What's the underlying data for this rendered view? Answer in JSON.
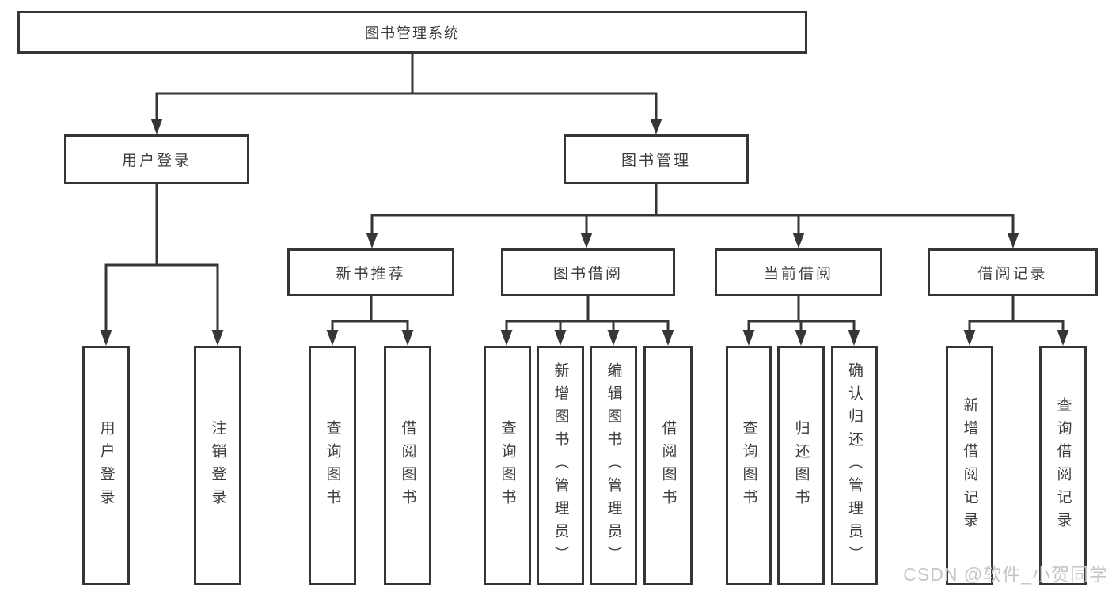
{
  "tree": {
    "label": "图书管理系统",
    "children": [
      {
        "label": "用户登录",
        "children": [
          {
            "label": "用户登录"
          },
          {
            "label": "注销登录"
          }
        ]
      },
      {
        "label": "图书管理",
        "children": [
          {
            "label": "新书推荐",
            "children": [
              {
                "label": "查询图书"
              },
              {
                "label": "借阅图书"
              }
            ]
          },
          {
            "label": "图书借阅",
            "children": [
              {
                "label": "查询图书"
              },
              {
                "label": "新增图书（管理员）"
              },
              {
                "label": "编辑图书（管理员）"
              },
              {
                "label": "借阅图书"
              }
            ]
          },
          {
            "label": "当前借阅",
            "children": [
              {
                "label": "查询图书"
              },
              {
                "label": "归还图书"
              },
              {
                "label": "确认归还（管理员）"
              }
            ]
          },
          {
            "label": "借阅记录",
            "children": [
              {
                "label": "新增借阅记录"
              },
              {
                "label": "查询借阅记录"
              }
            ]
          }
        ]
      }
    ]
  },
  "watermark": {
    "text": "CSDN @软件_小贺同学",
    "color": "#c6c6c6"
  },
  "colors": {
    "line": "#363636",
    "box_border": "#363636",
    "text": "#3d3d3d",
    "background": "#ffffff"
  }
}
